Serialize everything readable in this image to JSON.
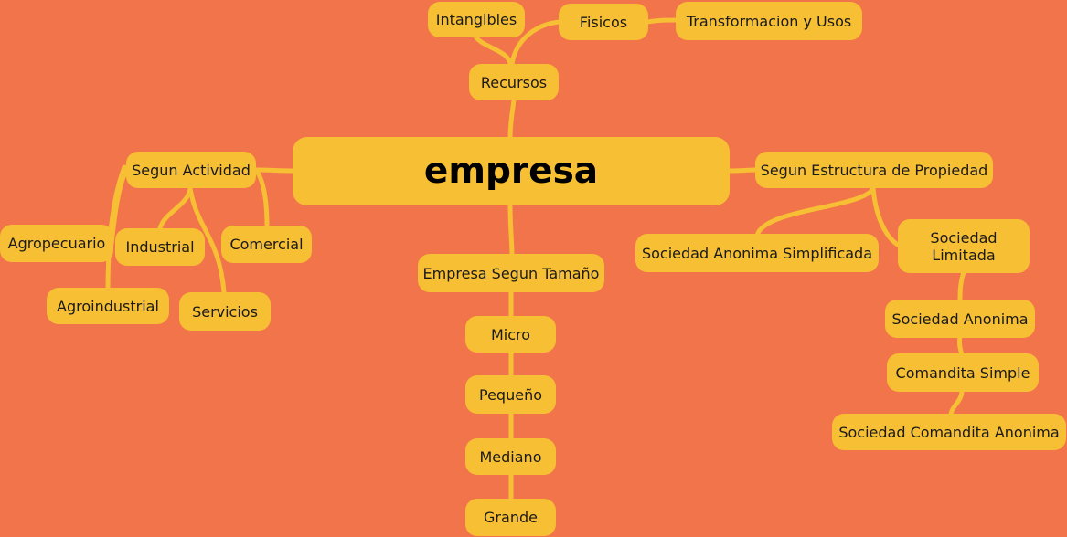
{
  "mindmap": {
    "central": "empresa",
    "nodes": {
      "recursos": "Recursos",
      "intangibles": "Intangibles",
      "fisicos": "Fisicos",
      "transformacion": "Transformacion y Usos",
      "segun_actividad": "Segun Actividad",
      "agropecuario": "Agropecuario",
      "industrial": "Industrial",
      "comercial": "Comercial",
      "agroindustrial": "Agroindustrial",
      "servicios": "Servicios",
      "segun_tamano": "Empresa Segun Tamaño",
      "micro": "Micro",
      "pequeno": "Pequeño",
      "mediano": "Mediano",
      "grande": "Grande",
      "segun_estructura": "Segun Estructura de Propiedad",
      "sas": "Sociedad Anonima Simplificada",
      "limitada": "Sociedad Limitada",
      "anonima": "Sociedad Anonima",
      "comandita_simple": "Comandita Simple",
      "comandita_anonima": "Sociedad Comandita Anonima"
    },
    "colors": {
      "background": "#f2744a",
      "node": "#f7bf34",
      "connector": "#f7bf34",
      "text": "#1a1a1a"
    }
  }
}
